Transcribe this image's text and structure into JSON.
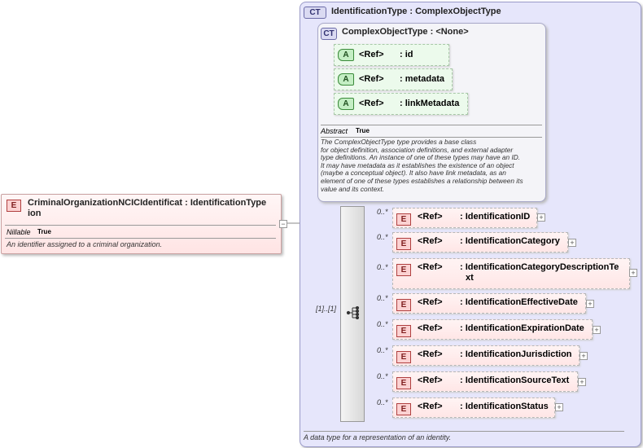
{
  "element": {
    "badge": "E",
    "name_line1": "CriminalOrganizationNCICIdentificat : IdentificationType",
    "name_line2": "ion",
    "nillable_label": "Nillable",
    "nillable_value": "True",
    "documentation": "An identifier assigned to a criminal organization."
  },
  "complex_type": {
    "badge": "CT",
    "title": "IdentificationType : ComplexObjectType",
    "documentation": "A data type for a representation of an identity.",
    "base": {
      "badge": "CT",
      "title": "ComplexObjectType : <None>",
      "abstract_label": "Abstract",
      "abstract_value": "True",
      "documentation_lines": [
        "The ComplexObjectType type provides a base class",
        "for object definition, association definitions, and external adapter",
        "type definitions. An instance of one of these types may have an ID.",
        "It may have metadata as it establishes the existence of an object",
        "(maybe a conceptual object). It also have link metadata, as an",
        "element of one of these types establishes a relationship between its",
        "value and its context."
      ],
      "attributes": [
        {
          "badge": "A",
          "ref": "<Ref>",
          "name": ": id"
        },
        {
          "badge": "A",
          "ref": "<Ref>",
          "name": ": metadata"
        },
        {
          "badge": "A",
          "ref": "<Ref>",
          "name": ": linkMetadata"
        }
      ]
    },
    "sequence_occurrence": "[1]..[1]",
    "elements": [
      {
        "badge": "E",
        "occurrence": "0..*",
        "ref": "<Ref>",
        "name": ": IdentificationID",
        "name2": ""
      },
      {
        "badge": "E",
        "occurrence": "0..*",
        "ref": "<Ref>",
        "name": ": IdentificationCategory",
        "name2": ""
      },
      {
        "badge": "E",
        "occurrence": "0..*",
        "ref": "<Ref>",
        "name": ": IdentificationCategoryDescriptionTe",
        "name2": "xt"
      },
      {
        "badge": "E",
        "occurrence": "0..*",
        "ref": "<Ref>",
        "name": ": IdentificationEffectiveDate",
        "name2": ""
      },
      {
        "badge": "E",
        "occurrence": "0..*",
        "ref": "<Ref>",
        "name": ": IdentificationExpirationDate",
        "name2": ""
      },
      {
        "badge": "E",
        "occurrence": "0..*",
        "ref": "<Ref>",
        "name": ": IdentificationJurisdiction",
        "name2": ""
      },
      {
        "badge": "E",
        "occurrence": "0..*",
        "ref": "<Ref>",
        "name": ": IdentificationSourceText",
        "name2": ""
      },
      {
        "badge": "E",
        "occurrence": "0..*",
        "ref": "<Ref>",
        "name": ": IdentificationStatus",
        "name2": ""
      }
    ]
  }
}
